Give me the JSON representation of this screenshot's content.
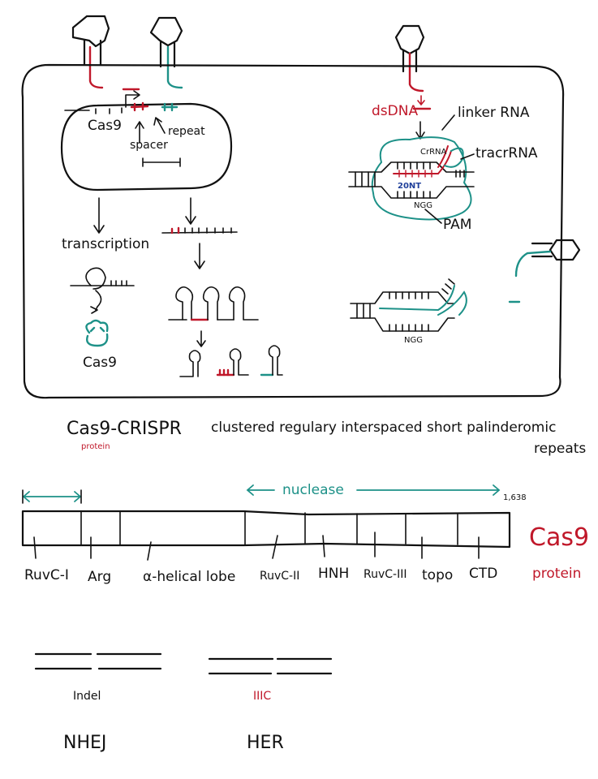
{
  "colors": {
    "ink": "#111111",
    "red": "#c0182a",
    "teal": "#1d9188",
    "blue": "#1f3f9a"
  },
  "cell": {
    "plasmid": {
      "cas9": "Cas9",
      "spacer": "spacer",
      "repeat": "repeat"
    },
    "transcription": "transcription",
    "cas9_product": "Cas9",
    "right": {
      "dsdna": "dsDNA",
      "linker_rna": "linker RNA",
      "tracr_rna": "tracrRNA",
      "crrna": "CrRNA",
      "twenty_nt": "20NT",
      "ngg_top": "NGG",
      "pam": "PAM",
      "ngg_bottom": "NGG"
    }
  },
  "caption": {
    "title": "Cas9-CRISPR",
    "protein_note": "protein",
    "expansion_line1": "clustered regulary interspaced short palinderomic",
    "expansion_line2": "repeats"
  },
  "domain_map": {
    "nuclease": "nuclease",
    "length_label": "1,638",
    "protein_name": "Cas9",
    "protein_word": "protein",
    "domains": [
      "RuvC-I",
      "Arg",
      "α-helical lobe",
      "RuvC-II",
      "HNH",
      "RuvC-III",
      "topo",
      "CTD"
    ]
  },
  "repair": {
    "indel": "Indel",
    "her_mark": "IIIC",
    "nhej": "NHEJ",
    "her": "HER"
  }
}
